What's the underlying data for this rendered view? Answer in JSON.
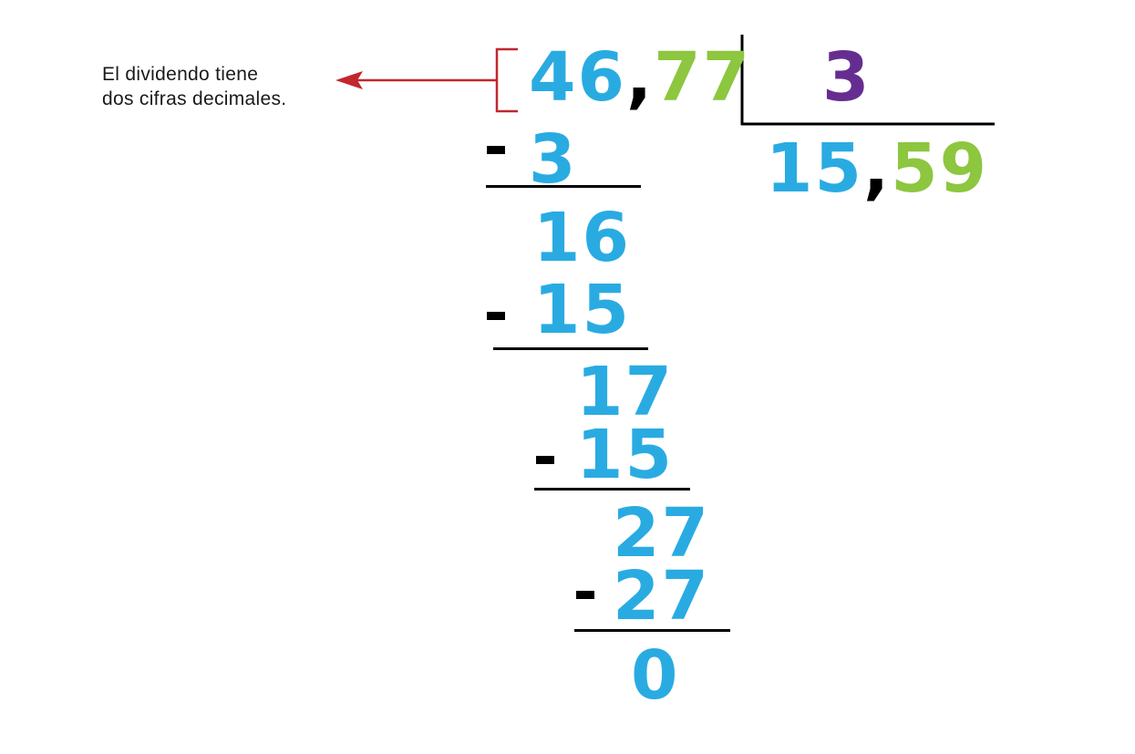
{
  "note": {
    "line1": "El dividendo tiene",
    "line2": "dos cifras decimales."
  },
  "dividend": {
    "integer_part": "46",
    "separator": ",",
    "decimal_part": "77"
  },
  "divisor": "3",
  "quotient": {
    "integer_part": "15",
    "separator": ",",
    "decimal_part": "59"
  },
  "steps": [
    {
      "subtrahend": "3",
      "remainder": "16"
    },
    {
      "subtrahend": "15",
      "remainder": "17"
    },
    {
      "subtrahend": "15",
      "remainder": "27"
    },
    {
      "subtrahend": "27",
      "remainder": "0"
    }
  ],
  "colors": {
    "integer_digits": "#29abe2",
    "decimal_digits": "#8dc63f",
    "divisor": "#662d91",
    "bracket_arrow": "#c1272d",
    "separator": "#000000",
    "text": "#1a1a1a"
  }
}
